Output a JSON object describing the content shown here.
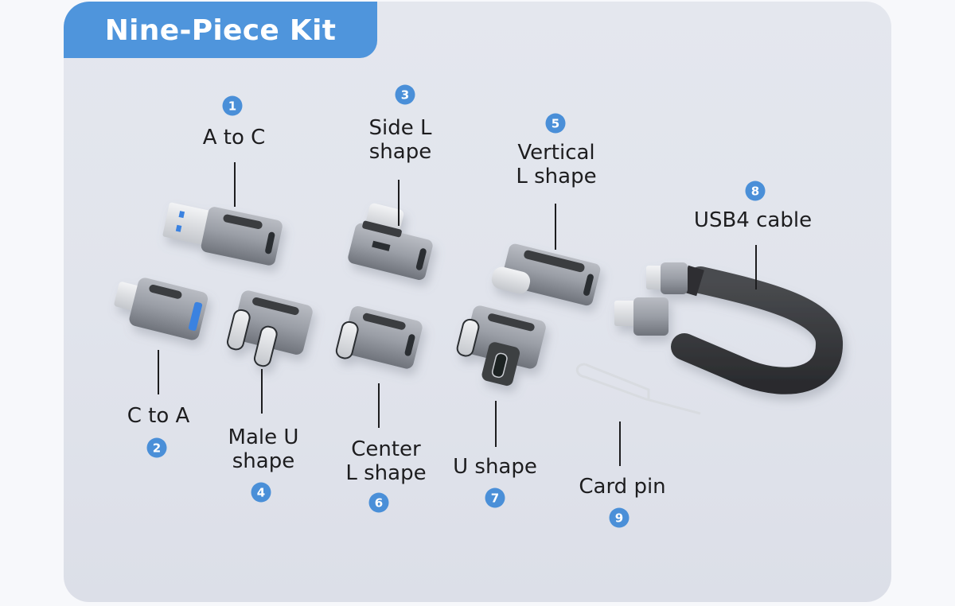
{
  "title": "Nine-Piece Kit",
  "colors": {
    "banner": "#4f95dc",
    "badge": "#4a8fd8",
    "card_bg": "#e2e5ec",
    "page_bg": "#f7f8fb",
    "text": "#1d1d1f"
  },
  "items": [
    {
      "number": "1",
      "label": "A to C"
    },
    {
      "number": "2",
      "label": "C to A"
    },
    {
      "number": "3",
      "label": "Side L\nshape"
    },
    {
      "number": "4",
      "label": "Male U\nshape"
    },
    {
      "number": "5",
      "label": "Vertical\nL shape"
    },
    {
      "number": "6",
      "label": "Center\nL shape"
    },
    {
      "number": "7",
      "label": "U shape"
    },
    {
      "number": "8",
      "label": "USB4 cable"
    },
    {
      "number": "9",
      "label": "Card pin"
    }
  ]
}
